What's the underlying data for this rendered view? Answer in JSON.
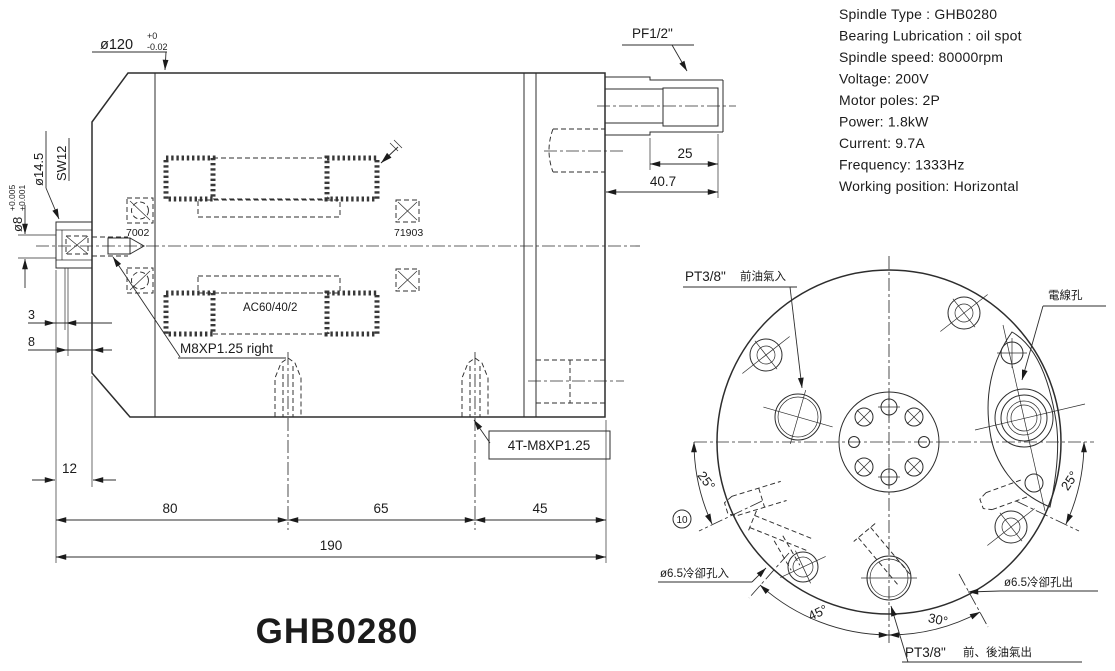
{
  "specs": {
    "lines": [
      "Spindle Type : GHB0280",
      "Bearing Lubrication : oil spot",
      "Spindle speed: 80000rpm",
      "Voltage: 200V",
      "Motor poles: 2P",
      "Power: 1.8kW",
      "Current: 9.7A",
      "Frequency: 1333Hz",
      "Working position: Horizontal"
    ]
  },
  "side_view": {
    "dia120": {
      "main": "ø120",
      "sup": "+0",
      "sub": "-0.02"
    },
    "dia14_5": "ø14.5",
    "sw12": "SW12",
    "dia8": {
      "main": "ø8",
      "sup": "+0.005",
      "sub": "+0.001"
    },
    "pf_label": "PF1/2\"",
    "dim_25": "25",
    "dim_40_7": "40.7",
    "bearing_front": "7002",
    "bearing_rear": "71903",
    "winding_label": "AC60/40/2",
    "front_thread_label": "M8XP1.25 right",
    "mount_thread_label": "4T-M8XP1.25",
    "dim_3": "3",
    "dim_8": "8",
    "dim_12": "12",
    "dim_80": "80",
    "dim_65": "65",
    "dim_45": "45",
    "dim_190": "190",
    "model": "GHB0280"
  },
  "end_view": {
    "oil_in_pt": "PT3/8\"",
    "oil_in_cjk": "前油氣入",
    "wire_hole": "電線孔",
    "cool_in": "ø6.5冷卻孔入",
    "cool_out": "ø6.5冷卻孔出",
    "oil_out_pt": "PT3/8\"",
    "oil_out_cjk": "前、後油氣出",
    "angle_left": "25°",
    "angle_right": "25°",
    "angle_bottom_left": "45°",
    "angle_bottom_right": "30°",
    "balloon": "10"
  }
}
